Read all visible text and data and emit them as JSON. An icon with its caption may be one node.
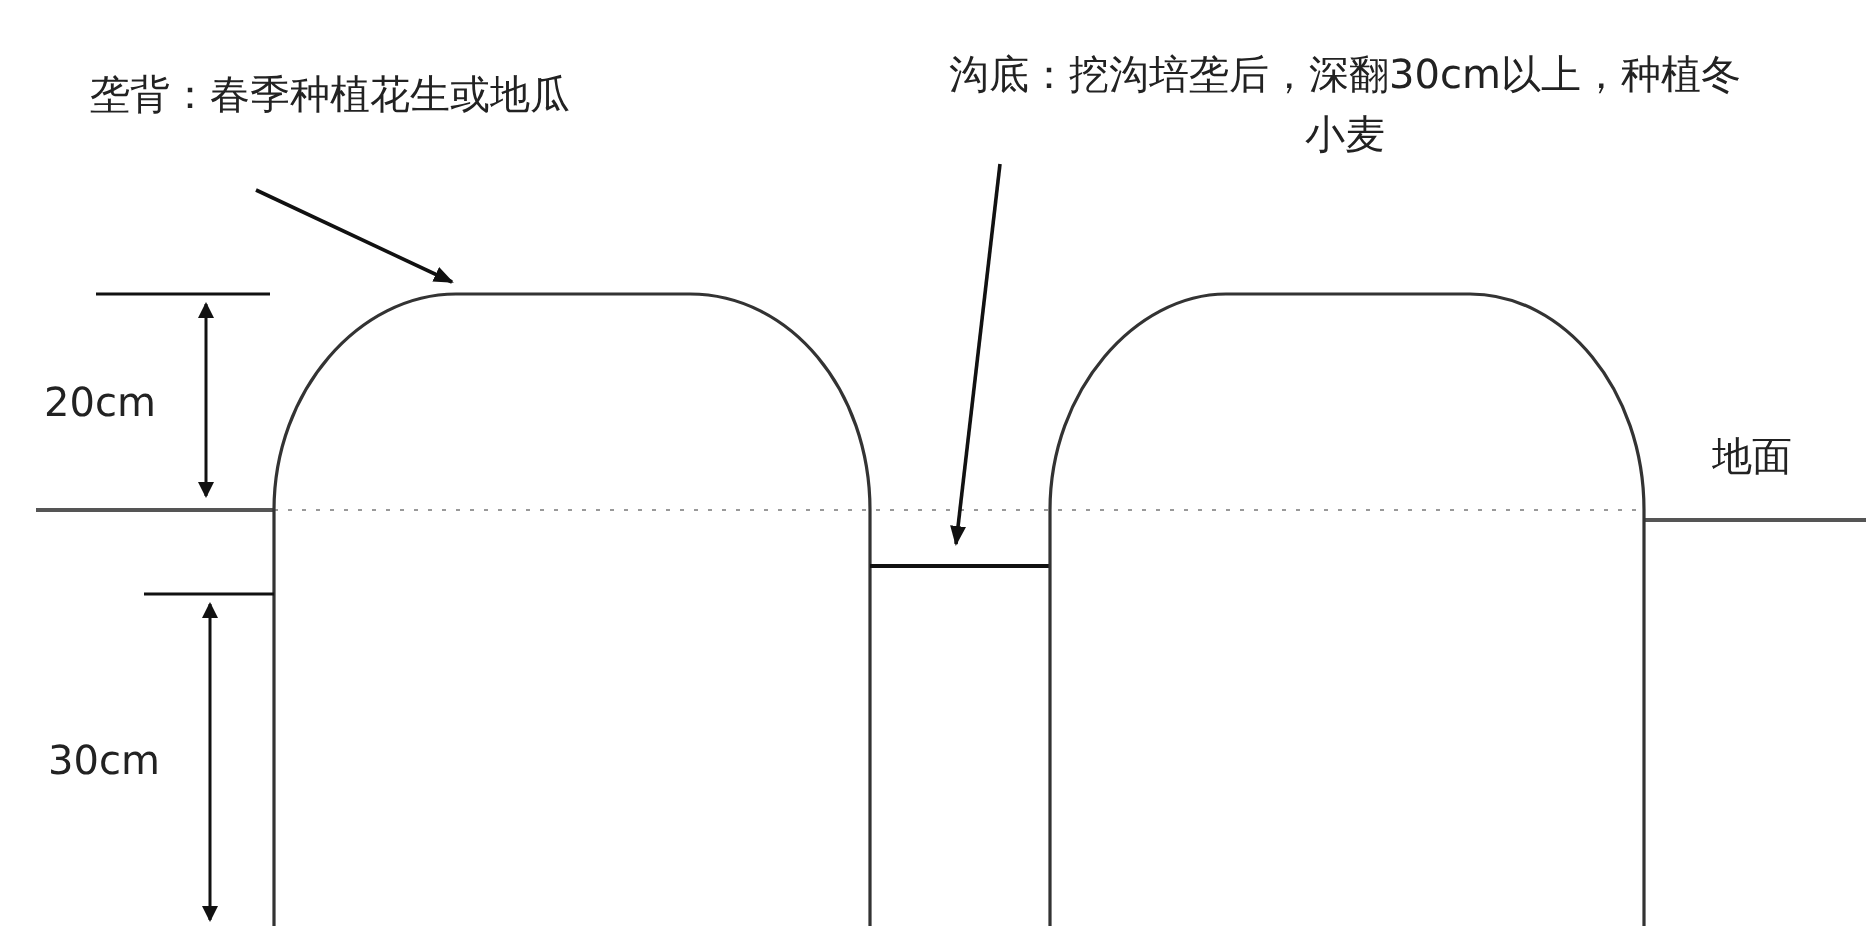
{
  "diagram": {
    "nodes": [
      {
        "text": [
          "垄背：春季种植花生或地瓜"
        ]
      },
      {
        "text": [
          "沟底：挖沟培垄后，深翻30cm以上，种植冬小麦"
        ]
      }
    ],
    "edges": [
      {
        "from": 0,
        "to": null,
        "arrow": "to"
      },
      {
        "from": 1,
        "to": null,
        "arrow": "to"
      }
    ],
    "labels": [
      "20cm",
      "30cm",
      "地面"
    ]
  }
}
